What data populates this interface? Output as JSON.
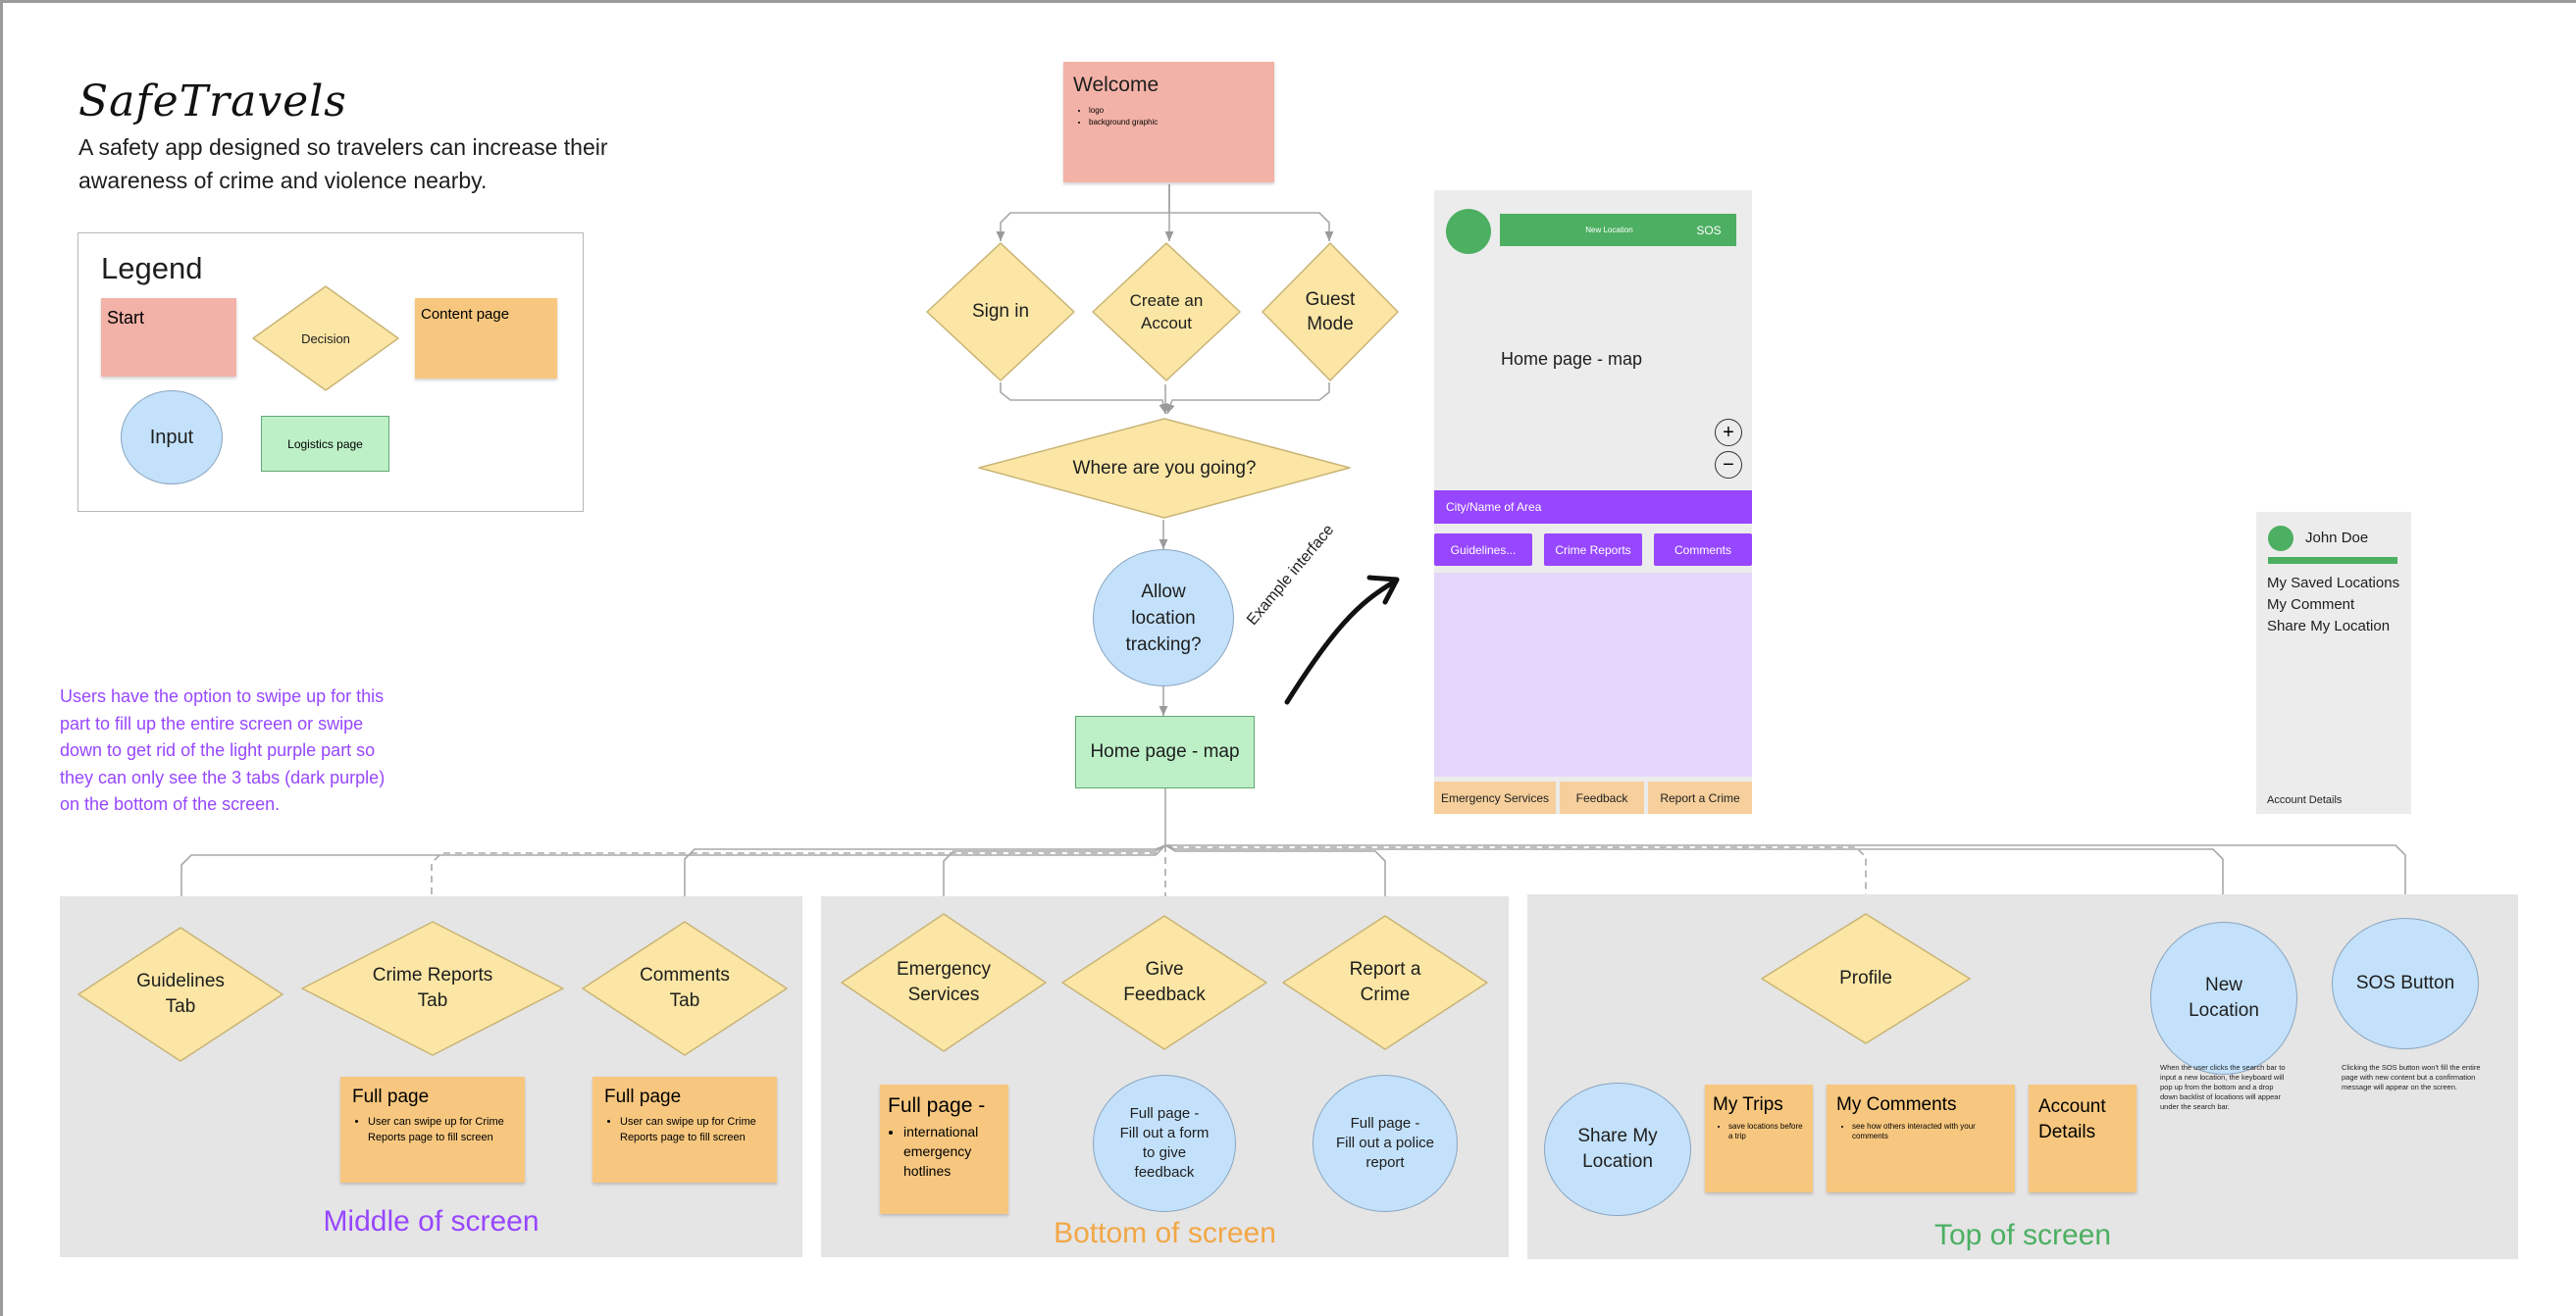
{
  "header": {
    "title": "SafeTravels",
    "subtitle_line1": "A safety app designed so travelers can increase their",
    "subtitle_line2": "awareness of crime and violence nearby."
  },
  "legend": {
    "title": "Legend",
    "start": "Start",
    "decision": "Decision",
    "content_page": "Content page",
    "input": "Input",
    "logistics_page": "Logistics page"
  },
  "welcome": {
    "title": "Welcome",
    "bullets": [
      "logo",
      "background graphic"
    ]
  },
  "flow": {
    "sign_in": "Sign in",
    "create_account_l1": "Create an",
    "create_account_l2": "Accout",
    "guest_l1": "Guest",
    "guest_l2": "Mode",
    "where_going": "Where are you going?",
    "allow_l1": "Allow",
    "allow_l2": "location",
    "allow_l3": "tracking?",
    "home_page": "Home page - map"
  },
  "swipe_note": {
    "lines": [
      "Users have the option to swipe up for this",
      "part to fill up the entire screen or swipe",
      "down to get rid of the light purple part so",
      "they can only see the 3 tabs (dark purple)",
      "on the bottom of the screen."
    ]
  },
  "example_label": "Example interface",
  "mock": {
    "new_location": "New Location",
    "sos": "SOS",
    "map_label": "Home page - map",
    "zoom_in": "+",
    "zoom_out": "−",
    "search_placeholder": "City/Name of Area",
    "tabs": [
      "Guidelines...",
      "Crime Reports",
      "Comments"
    ],
    "bottom": [
      "Emergency Services",
      "Feedback",
      "Report a Crime"
    ]
  },
  "profile_mock": {
    "name": "John Doe",
    "items": [
      "My Saved Locations",
      "My Comment",
      "Share My Location"
    ],
    "account": "Account Details"
  },
  "middle": {
    "region_label": "Middle of screen",
    "guidelines_l1": "Guidelines",
    "guidelines_l2": "Tab",
    "crime_l1": "Crime Reports",
    "crime_l2": "Tab",
    "comments_l1": "Comments",
    "comments_l2": "Tab",
    "full_page_title": "Full page",
    "full_page_bullet": "User can swipe up for Crime Reports page to fill screen"
  },
  "bottom": {
    "region_label": "Bottom of screen",
    "emergency_l1": "Emergency",
    "emergency_l2": "Services",
    "feedback_l1": "Give",
    "feedback_l2": "Feedback",
    "report_l1": "Report a",
    "report_l2": "Crime",
    "full_emergency_title": "Full page -",
    "full_emergency_bullet": "international emergency hotlines",
    "feedback_page_lines": [
      "Full page -",
      "Fill out a form",
      "to give",
      "feedback"
    ],
    "police_page_lines": [
      "Full page -",
      "Fill out a police",
      "report"
    ]
  },
  "top": {
    "region_label": "Top of screen",
    "profile": "Profile",
    "new_location_l1": "New",
    "new_location_l2": "Location",
    "sos_button": "SOS Button",
    "new_location_note": "When the user clicks the search bar to input a new location, the keyboard will pop up from the bottom and a drop down backlist of locations will appear under the search bar.",
    "sos_note": "Clicking the SOS button won't fill the entire page with new content but a confirmation message will appear on the screen.",
    "share_l1": "Share My",
    "share_l2": "Location",
    "trips_title": "My Trips",
    "trips_bullet": "save locations before a trip",
    "comments_title": "My Comments",
    "comments_bullet": "see how others interacted with your comments",
    "account_l1": "Account",
    "account_l2": "Details"
  },
  "colors": {
    "start": "#f3b2a7",
    "decision": "#fbe6a5",
    "content": "#f7c77f",
    "input": "#c3e1fb",
    "logistics": "#bdf0c7",
    "purple_dark": "#9747ff",
    "purple_light": "#e4d6fa",
    "green_ui": "#4caf62",
    "middle_label": "#9747ff",
    "bottom_label": "#f2a746",
    "top_label": "#4caf62"
  }
}
